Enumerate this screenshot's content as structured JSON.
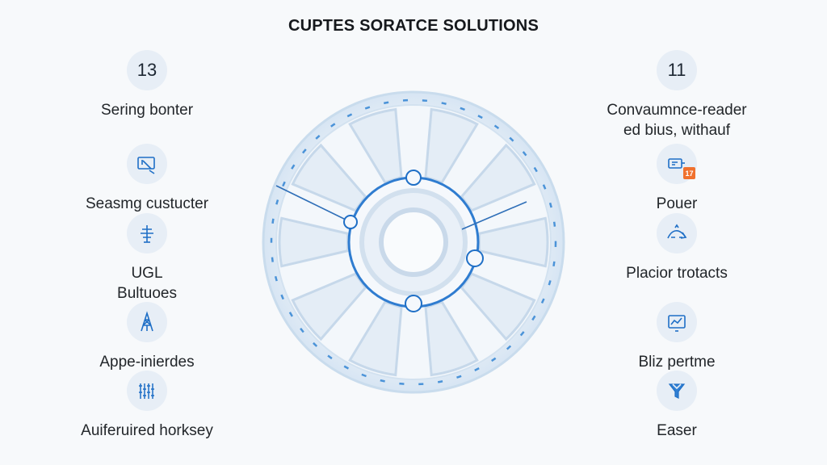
{
  "title": "CUPTES SORATCE SOLUTIONS",
  "colors": {
    "accent": "#1f6fc6",
    "ring_light": "#cfe0f1",
    "badge_bg": "#e7eef6",
    "tag_orange": "#f0712e"
  },
  "left_items": [
    {
      "badge": "13",
      "icon": "",
      "lines": [
        "Sering bonter"
      ]
    },
    {
      "badge": "",
      "icon": "pen-tablet-icon",
      "lines": [
        "Seasmg custucter"
      ]
    },
    {
      "badge": "",
      "icon": "signpost-icon",
      "lines": [
        "UGL",
        "Bultuoes"
      ]
    },
    {
      "badge": "",
      "icon": "tower-icon",
      "lines": [
        "Appe-inierdes"
      ]
    },
    {
      "badge": "",
      "icon": "servers-icon",
      "lines": [
        "Auiferuired horksey"
      ]
    }
  ],
  "right_items": [
    {
      "badge": "11",
      "icon": "",
      "lines": [
        "Convaumnce-reader",
        "ed bius, withauf"
      ]
    },
    {
      "badge": "",
      "icon": "device-tag-icon",
      "tag": "17",
      "lines": [
        "Pouer"
      ]
    },
    {
      "badge": "",
      "icon": "route-icon",
      "lines": [
        "Placior trotacts"
      ]
    },
    {
      "badge": "",
      "icon": "screen-chart-icon",
      "lines": [
        "Bliz pertme"
      ]
    },
    {
      "badge": "",
      "icon": "funnel-icon",
      "lines": [
        "Easer"
      ]
    }
  ]
}
